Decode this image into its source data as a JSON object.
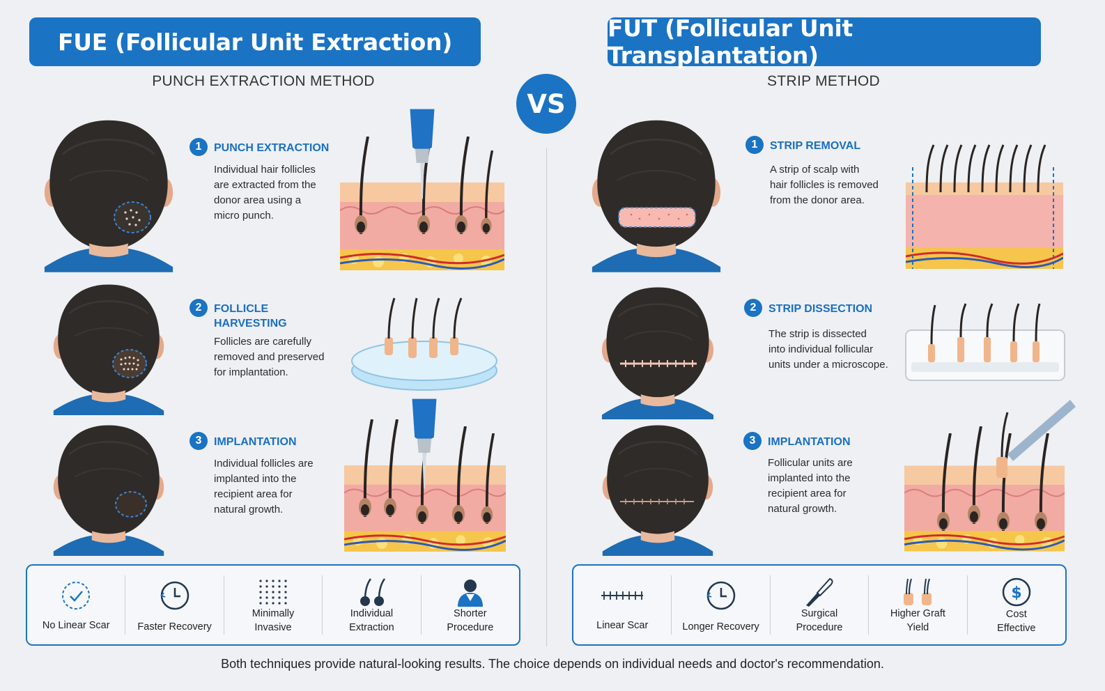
{
  "vs_label": "VS",
  "fue": {
    "title": "FUE (Follicular Unit Extraction)",
    "subtitle": "PUNCH EXTRACTION METHOD",
    "steps": [
      {
        "num": "1",
        "title": "PUNCH EXTRACTION",
        "desc": [
          "Individual hair follicles",
          "are extracted from the",
          "donor area using a",
          "micro punch."
        ]
      },
      {
        "num": "2",
        "title": [
          "FOLLICLE",
          "HARVESTING"
        ],
        "desc": [
          "Follicles are carefully",
          "removed and preserved",
          "for implantation."
        ]
      },
      {
        "num": "3",
        "title": "IMPLANTATION",
        "desc": [
          "Individual follicles are",
          "implanted into the",
          "recipient area for",
          "natural growth."
        ]
      }
    ],
    "features": [
      {
        "icon": "check-circle-icon",
        "label": [
          "No Linear Scar"
        ]
      },
      {
        "icon": "clock-icon",
        "label": [
          "Faster Recovery"
        ]
      },
      {
        "icon": "dots-grid-icon",
        "label": [
          "Minimally",
          "Invasive"
        ]
      },
      {
        "icon": "follicles-icon",
        "label": [
          "Individual",
          "Extraction"
        ]
      },
      {
        "icon": "doctor-icon",
        "label": [
          "Shorter",
          "Procedure"
        ]
      }
    ]
  },
  "fut": {
    "title": "FUT (Follicular Unit Transplantation)",
    "subtitle": "STRIP METHOD",
    "steps": [
      {
        "num": "1",
        "title": "STRIP REMOVAL",
        "desc": [
          "A strip of scalp with",
          "hair follicles is removed",
          "from the donor area."
        ]
      },
      {
        "num": "2",
        "title": "STRIP DISSECTION",
        "desc": [
          "The strip is dissected",
          "into individual follicular",
          "units under a microscope."
        ]
      },
      {
        "num": "3",
        "title": "IMPLANTATION",
        "desc": [
          "Follicular units are",
          "implanted into the",
          "recipient area for",
          "natural growth."
        ]
      }
    ],
    "features": [
      {
        "icon": "linear-scar-icon",
        "label": [
          "Linear Scar"
        ]
      },
      {
        "icon": "clock-icon",
        "label": [
          "Longer Recovery"
        ]
      },
      {
        "icon": "scalpel-icon",
        "label": [
          "Surgical",
          "Procedure"
        ]
      },
      {
        "icon": "graft-icon",
        "label": [
          "Higher Graft",
          "Yield"
        ]
      },
      {
        "icon": "dollar-icon",
        "label": [
          "Cost",
          "Effective"
        ]
      }
    ]
  },
  "footer": "Both techniques provide natural-looking results. The choice depends on individual needs and doctor's recommendation.",
  "colors": {
    "accent": "#1a73c3",
    "title_blue": "#1a6fbf",
    "skin": "#f2b8a8",
    "hair": "#2a2a2a"
  }
}
